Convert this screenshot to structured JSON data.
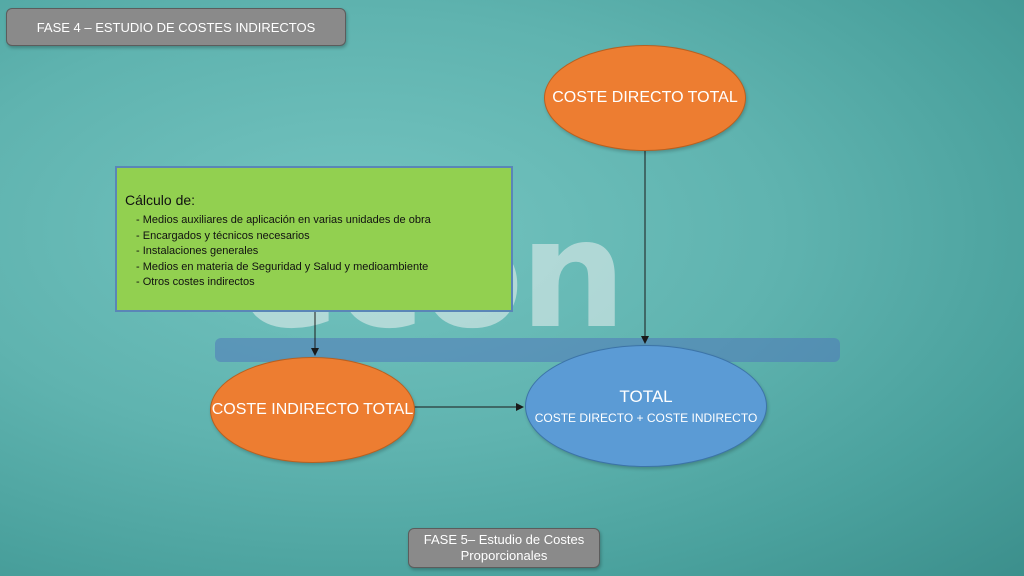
{
  "watermark": {
    "text": "econ"
  },
  "header": {
    "label": "FASE 4   – ESTUDIO  DE COSTES INDIRECTOS"
  },
  "nodes": {
    "coste_directo_total": "COSTE DIRECTO TOTAL",
    "coste_indirecto_total": "COSTE INDIRECTO TOTAL",
    "total": {
      "title": "TOTAL",
      "subtitle": "COSTE DIRECTO + COSTE INDIRECTO"
    }
  },
  "calculo": {
    "title": "Cálculo de:",
    "items": [
      "Medios auxiliares de aplicación en varias unidades de obra",
      "Encargados y técnicos necesarios",
      "Instalaciones generales",
      "Medios  en materia de Seguridad y Salud y medioambiente",
      "Otros costes indirectos"
    ]
  },
  "footer": {
    "line1": "FASE 5– Estudio de Costes",
    "line2": "Proporcionales"
  },
  "colors": {
    "background": "#5fb3af",
    "orange": "#ed7d31",
    "blue": "#5b9bd5",
    "green": "#92d050",
    "gray": "#8a8a8a"
  }
}
